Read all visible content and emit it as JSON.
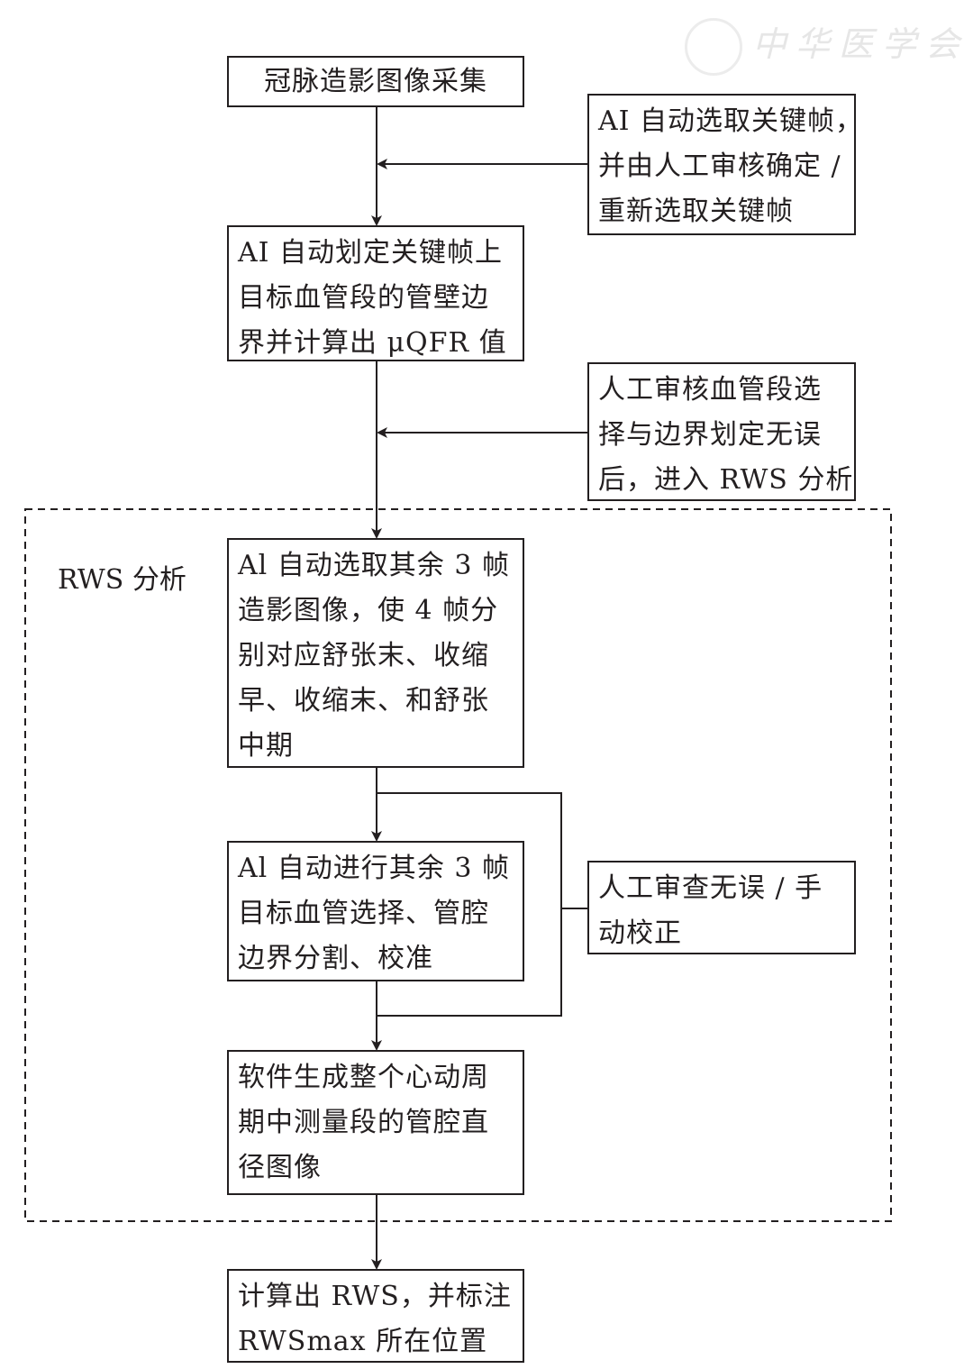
{
  "watermark": {
    "text": "中华医学会"
  },
  "dashed_group": {
    "label": "RWS 分析"
  },
  "boxes": {
    "acquisition": {
      "lines": [
        "冠脉造影图像采集"
      ]
    },
    "keyframe_review": {
      "lines": [
        "AI 自动选取关键帧，",
        "并由人工审核确定 /",
        "重新选取关键帧"
      ]
    },
    "boundary_uqfr": {
      "lines": [
        "AI 自动划定关键帧上",
        "目标血管段的管壁边",
        "界并计算出 μQFR 值"
      ]
    },
    "manual_review": {
      "lines": [
        "人工审核血管段选",
        "择与边界划定无误",
        "后，进入 RWS 分析"
      ]
    },
    "select_frames": {
      "lines": [
        "Al 自动选取其余 3 帧",
        "造影图像，使 4 帧分",
        "别对应舒张末、收缩",
        "早、收缩末、和舒张",
        "中期"
      ]
    },
    "segment_frames": {
      "lines": [
        "Al 自动进行其余 3 帧",
        "目标血管选择、管腔",
        "边界分割、校准"
      ]
    },
    "manual_check": {
      "lines": [
        "人工审查无误 / 手",
        "动校正"
      ]
    },
    "diameter_image": {
      "lines": [
        "软件生成整个心动周",
        "期中测量段的管腔直",
        "径图像"
      ]
    },
    "compute_rws": {
      "lines": [
        "计算出 RWS，并标注",
        "RWSmax 所在位置"
      ]
    }
  }
}
